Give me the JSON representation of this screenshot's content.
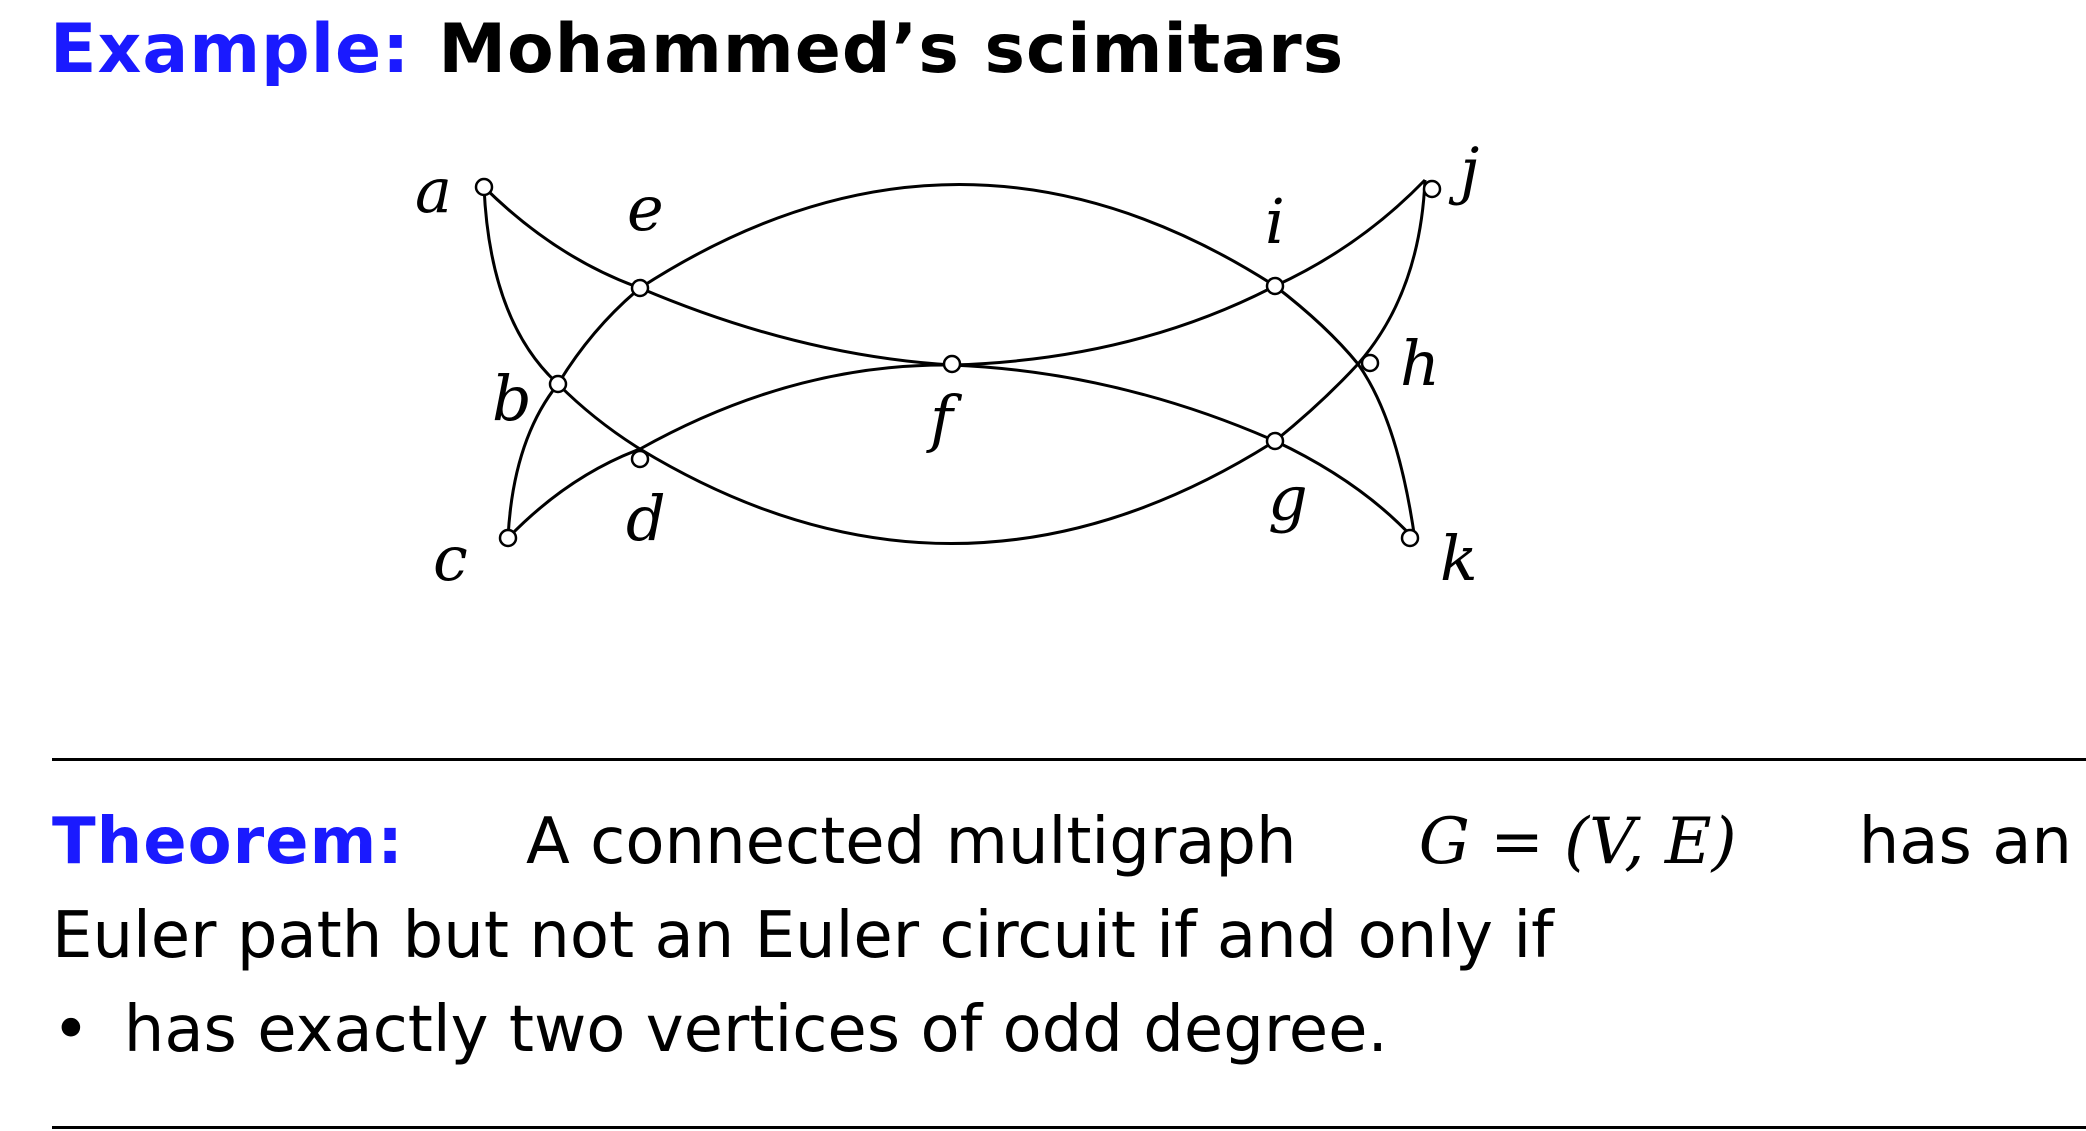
{
  "header": {
    "keyword": "Example:",
    "title": "Mohammed’s scimitars"
  },
  "diagram": {
    "vertex_labels": {
      "a": "a",
      "b": "b",
      "c": "c",
      "d": "d",
      "e": "e",
      "f": "f",
      "g": "g",
      "h": "h",
      "i": "i",
      "j": "j",
      "k": "k"
    },
    "edges": [
      [
        "a",
        "b"
      ],
      [
        "b",
        "c"
      ],
      [
        "a",
        "e"
      ],
      [
        "e",
        "f"
      ],
      [
        "f",
        "i"
      ],
      [
        "i",
        "j"
      ],
      [
        "c",
        "d"
      ],
      [
        "d",
        "f"
      ],
      [
        "f",
        "g"
      ],
      [
        "g",
        "k"
      ],
      [
        "j",
        "h"
      ],
      [
        "h",
        "k"
      ],
      [
        "b",
        "e"
      ],
      [
        "e",
        "i"
      ],
      [
        "i",
        "h"
      ],
      [
        "b",
        "d"
      ],
      [
        "d",
        "g"
      ],
      [
        "g",
        "h"
      ]
    ]
  },
  "theorem": {
    "keyword": "Theorem:",
    "line1_text": "A connected multigraph",
    "math": "G = (V, E)",
    "line1_tail": "has an",
    "line2": "Euler path but not an Euler circuit if and only if",
    "bullet": "•",
    "bullet_text": "has exactly two vertices of odd degree."
  }
}
